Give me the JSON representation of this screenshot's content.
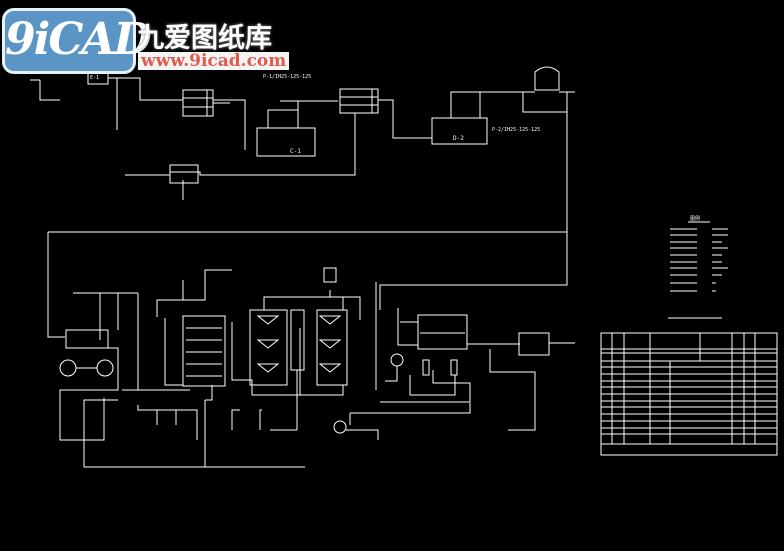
{
  "logo": {
    "mark": "9iCAD",
    "name_cn": "九爱图纸库",
    "url": "www.9icad.com"
  },
  "equipment": {
    "c1": "C-1",
    "d2": "D-2",
    "p1_spec": "P-1/IH25-125-125",
    "p2_spec": "P-2/IH25-125-125",
    "e1": "E-1"
  },
  "legend": {
    "title": "图例"
  },
  "colors": {
    "background": "#000000",
    "line": "#ffffff",
    "logo_blue": "#5b95c6",
    "logo_url": "#e05a4e"
  }
}
